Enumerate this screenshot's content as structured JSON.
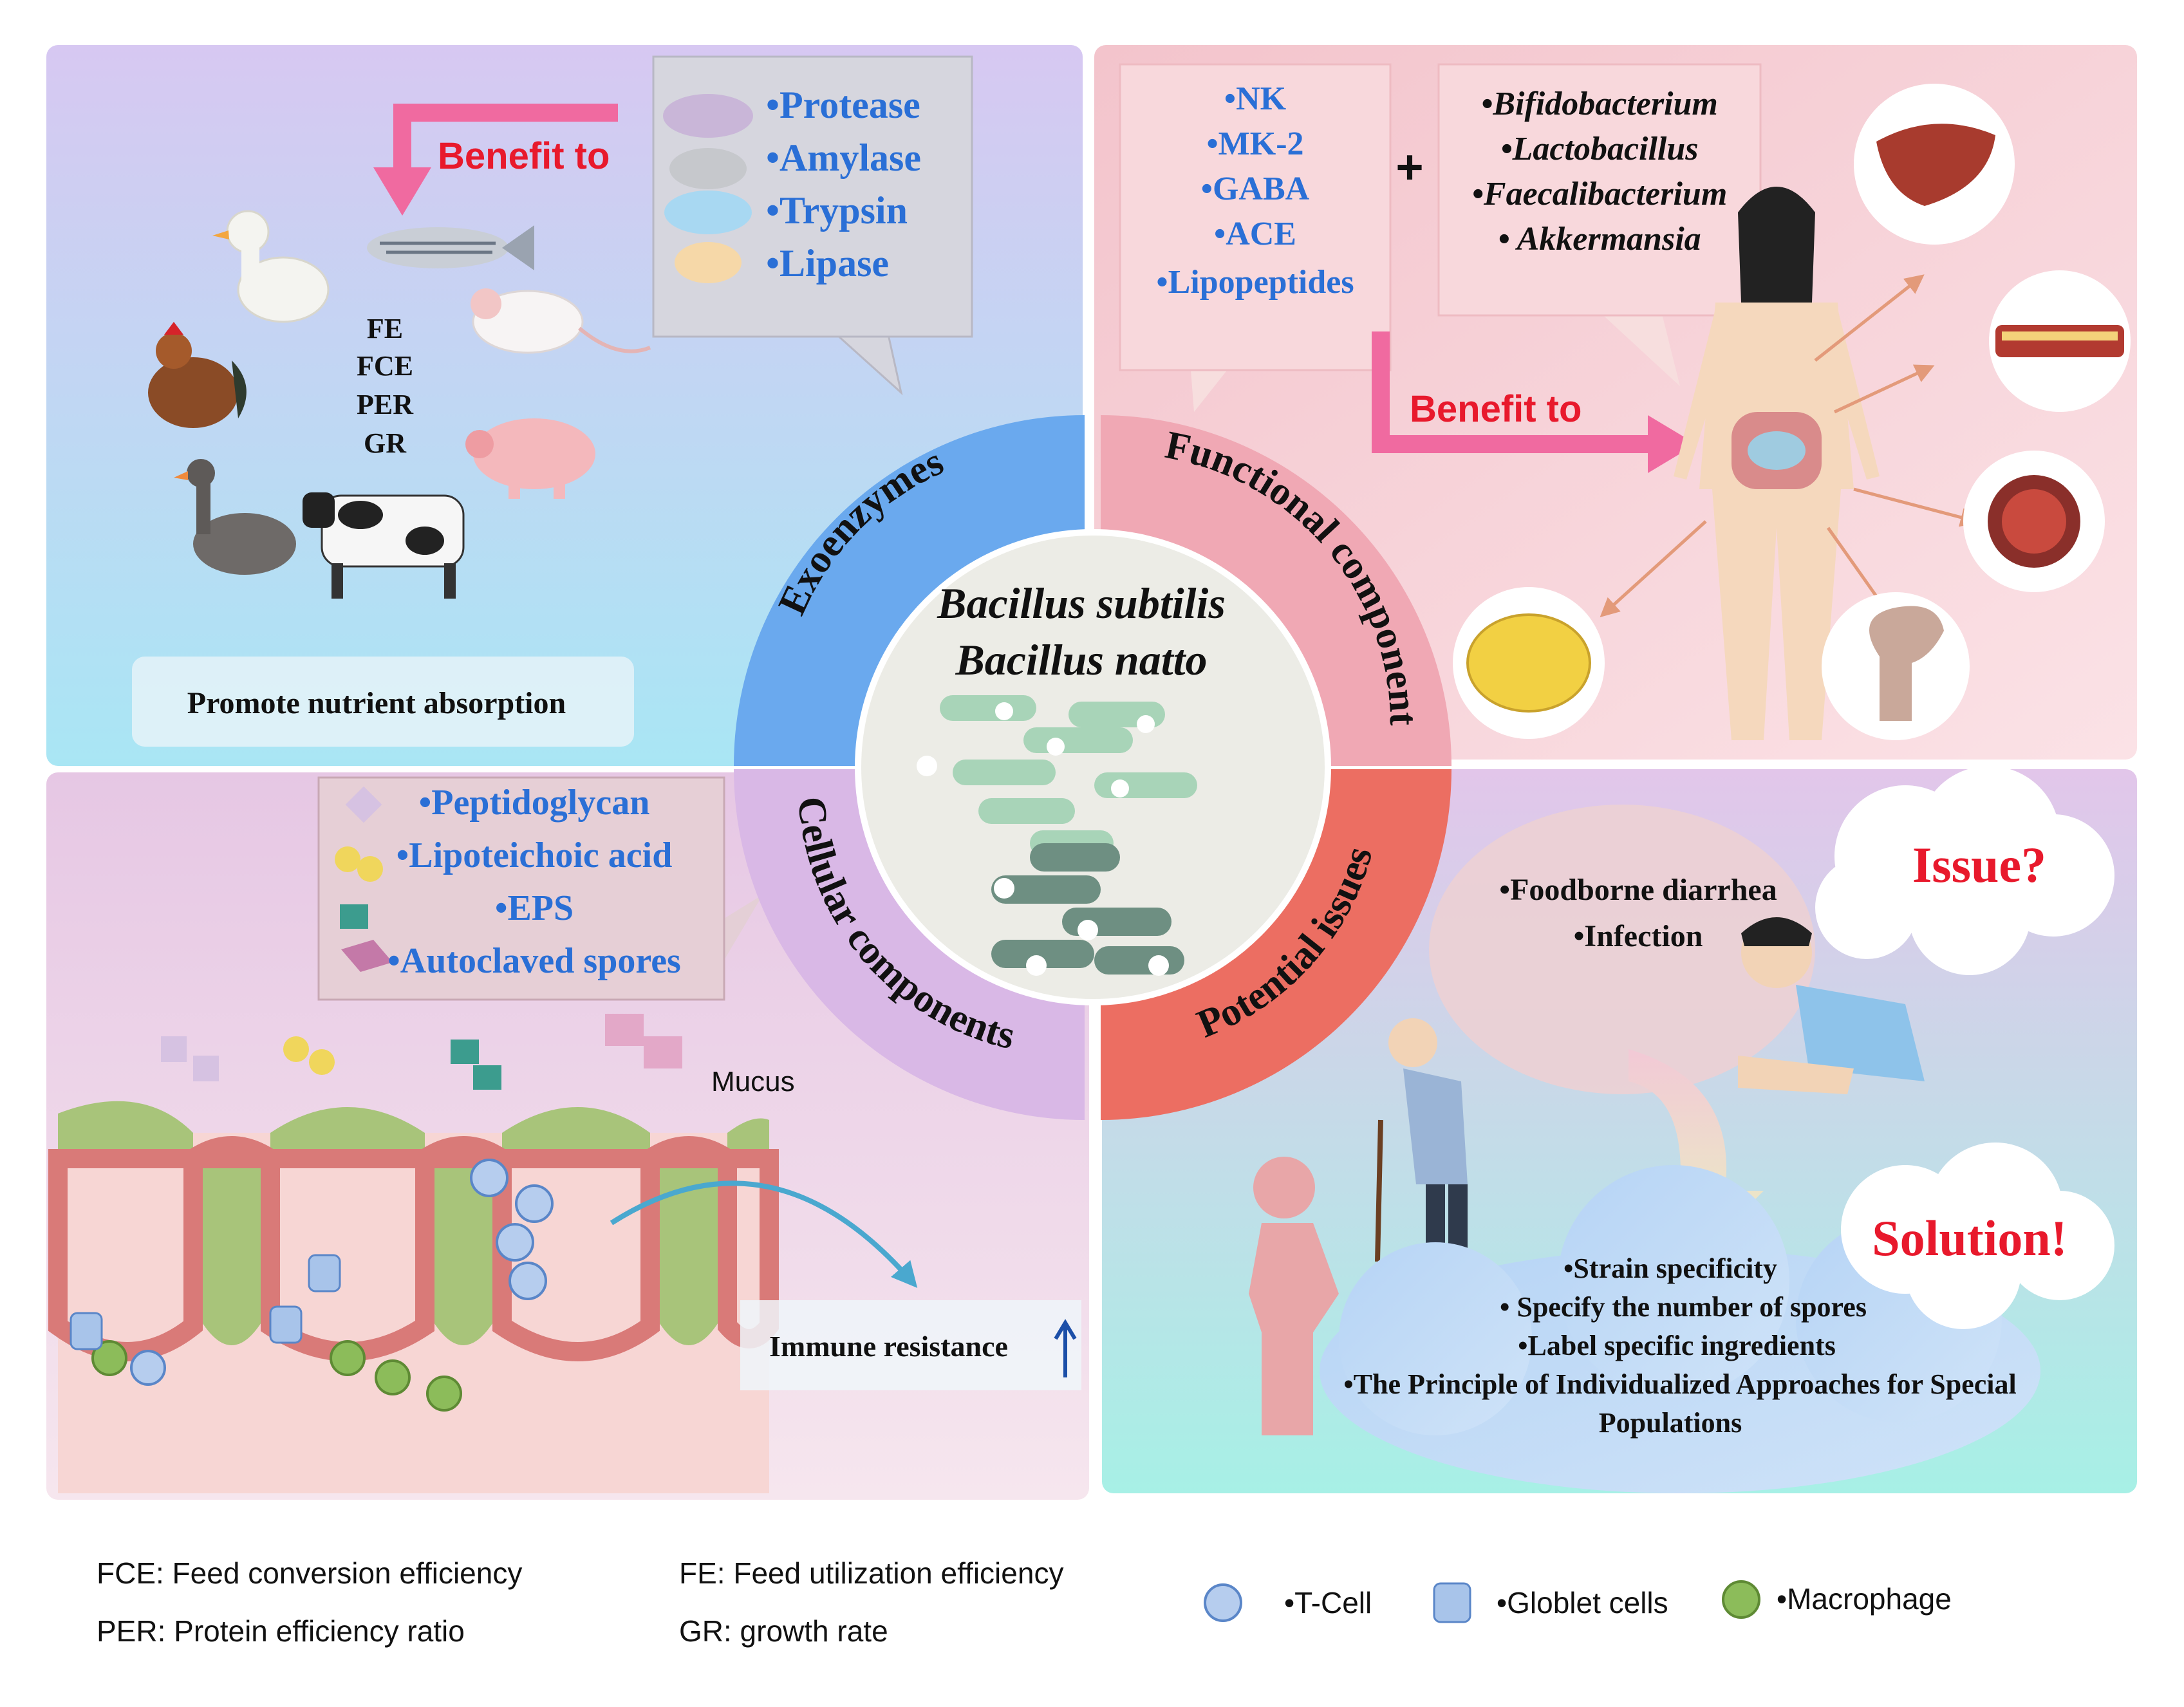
{
  "center": {
    "line1": "Bacillus subtilis",
    "line2": "Bacillus natto"
  },
  "ring": {
    "exoenzymes": "Exoenzymes",
    "functional": "Functional component",
    "cellular": "Cellular components",
    "issues": "Potential issues"
  },
  "q1": {
    "benefit": "Benefit to",
    "enzymes": [
      "•Protease",
      "•Amylase",
      "•Trypsin",
      "•Lipase"
    ],
    "metrics": [
      "FE",
      "FCE",
      "PER",
      "GR"
    ],
    "footer": "Promote nutrient absorption"
  },
  "q2": {
    "components": [
      "•NK",
      "•MK-2",
      "•GABA",
      "•ACE",
      "•Lipopeptides"
    ],
    "plus": "+",
    "bacteria": [
      "•Bifidobacterium",
      "•Lactobacillus",
      "•Faecalibacterium",
      "• Akkermansia"
    ],
    "benefit": "Benefit to"
  },
  "q3": {
    "components": [
      "•Peptidoglycan",
      "•Lipoteichoic acid",
      "•EPS",
      "•Autoclaved spores"
    ],
    "mucus": "Mucus",
    "immune": "Immune resistance"
  },
  "q4": {
    "issue_label": "Issue?",
    "issues": [
      "•Foodborne diarrhea",
      "•Infection"
    ],
    "solution_label": "Solution!",
    "solutions": [
      "•Strain specificity",
      "• Specify the number of spores",
      "•Label specific ingredients",
      "•The Principle of Individualized Approaches for Special",
      "Populations"
    ]
  },
  "legend": {
    "fce": "FCE: Feed conversion efficiency",
    "fe": "FE: Feed utilization efficiency",
    "per": "PER: Protein efficiency ratio",
    "gr": "GR: growth rate",
    "tcell": "•T-Cell",
    "goblet": "•Globlet cells",
    "macrophage": "•Macrophage"
  },
  "colors": {
    "ring_exo": "#6aa9ee",
    "ring_func": "#f0a8b4",
    "ring_cell": "#d9b8e6",
    "ring_issue": "#ec6e62",
    "enzyme_text": "#2a6fd6",
    "benefit_red": "#e8192c"
  }
}
